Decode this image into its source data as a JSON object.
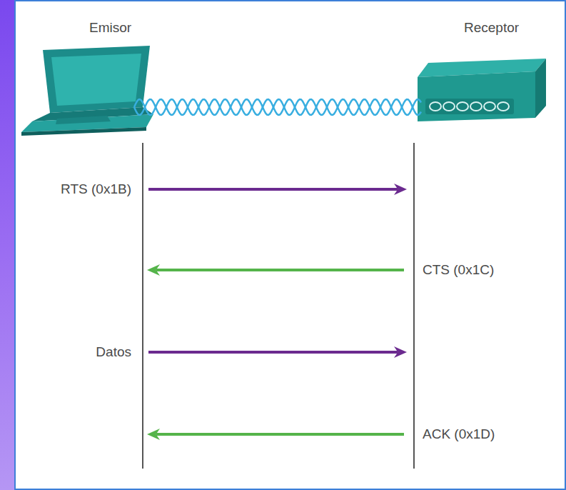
{
  "diagram": {
    "nodes": [
      {
        "text": [
          "Emisor"
        ]
      },
      {
        "text": [
          "Receptor"
        ]
      }
    ],
    "edges": [
      {
        "from": 0,
        "to": 1,
        "arrow": "to",
        "label": "RTS (0x1B)"
      },
      {
        "from": 1,
        "to": 0,
        "arrow": "to",
        "label": "CTS (0x1C)"
      },
      {
        "from": 0,
        "to": 1,
        "arrow": "to",
        "label": "Datos"
      },
      {
        "from": 1,
        "to": 0,
        "arrow": "to",
        "label": "ACK (0x1D)"
      }
    ]
  }
}
